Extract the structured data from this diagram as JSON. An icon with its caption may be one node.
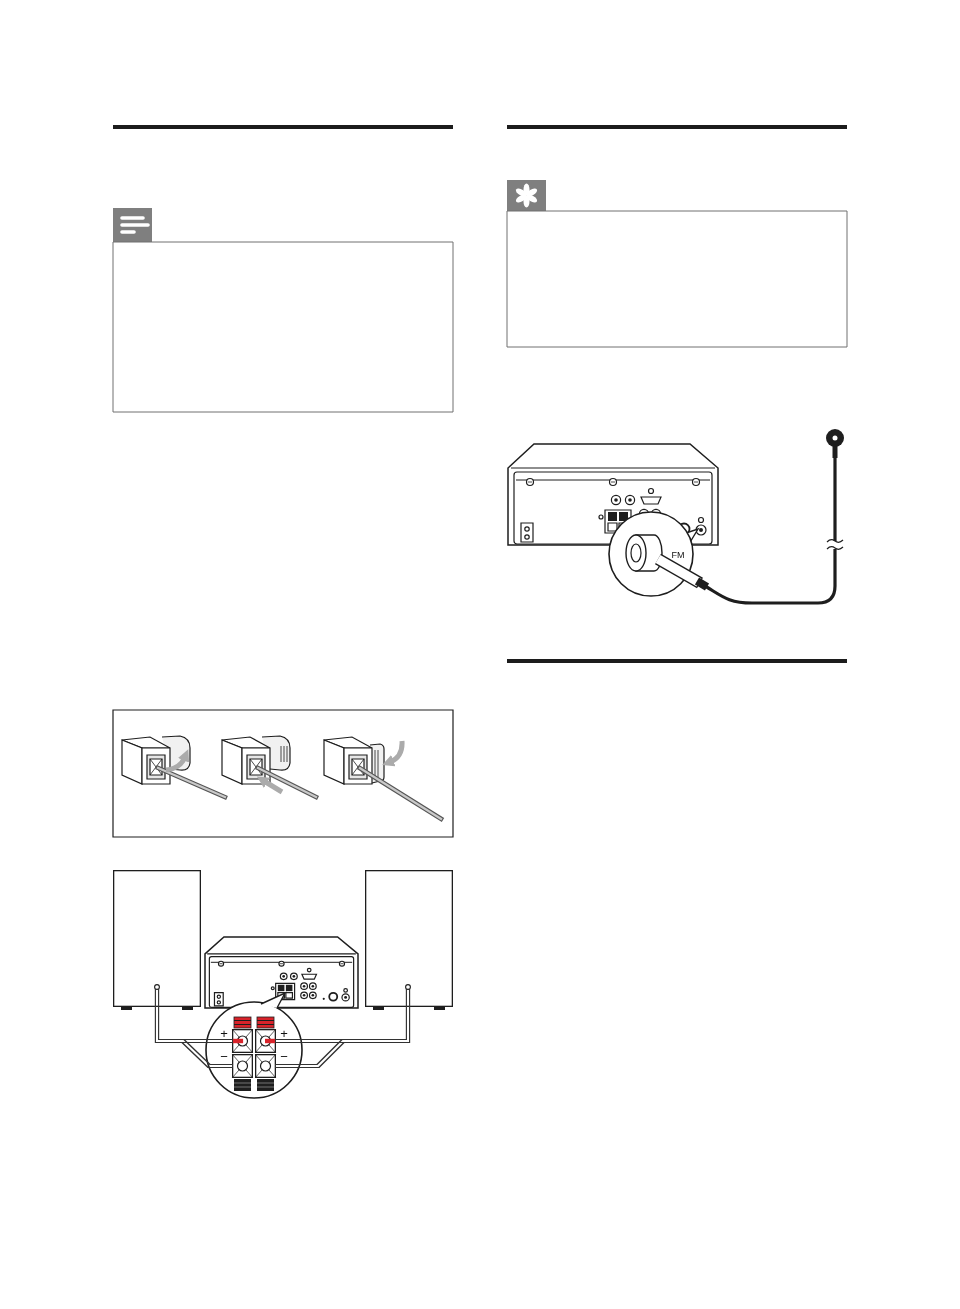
{
  "diagram": {
    "nodes": [
      {
        "text": [],
        "shape": "box"
      },
      {
        "text": [],
        "shape": "circle",
        "in": 0
      },
      {
        "text": [],
        "shape": "box"
      },
      {
        "text": [],
        "shape": "circle",
        "in": 2
      },
      {
        "text": [],
        "shape": "circle"
      },
      {
        "text": [],
        "shape": "box",
        "in": 4,
        "beside": [
          "+"
        ]
      },
      {
        "text": [],
        "shape": "box",
        "in": 4,
        "beside": [
          "+"
        ]
      },
      {
        "text": [],
        "shape": "box",
        "in": 4,
        "beside": [
          "−"
        ]
      },
      {
        "text": [],
        "shape": "box",
        "in": 4,
        "beside": [
          "−"
        ]
      }
    ],
    "edges": [
      {
        "from": 1,
        "to": 5,
        "arrow": "none"
      },
      {
        "from": 1,
        "to": 7,
        "arrow": "none"
      },
      {
        "from": 3,
        "to": 6,
        "arrow": "none"
      },
      {
        "from": 3,
        "to": 8,
        "arrow": "none"
      }
    ],
    "labels": [
      "FM"
    ]
  }
}
